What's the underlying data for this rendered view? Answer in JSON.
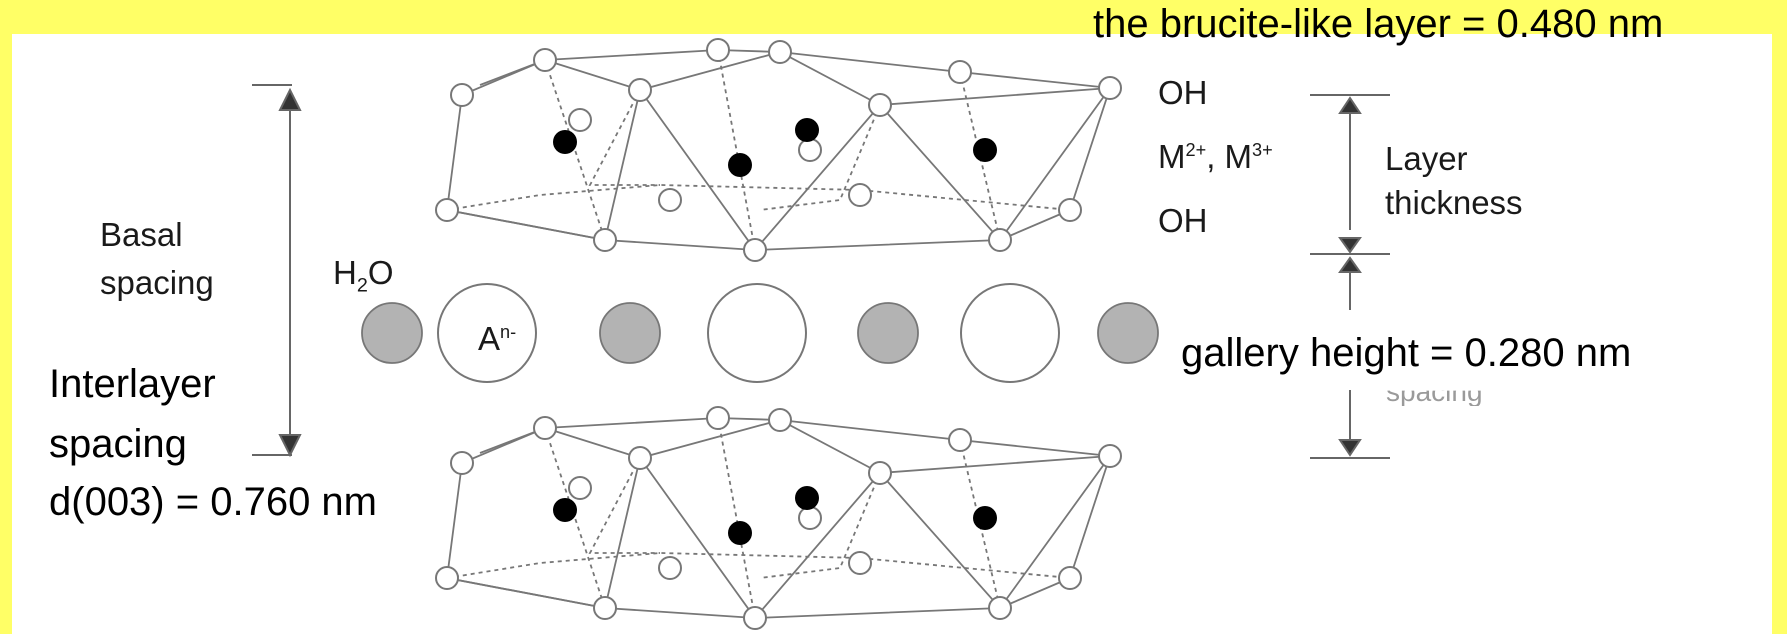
{
  "colors": {
    "page_background": "#ffff66",
    "panel_background": "#ffffff",
    "line_color": "#777777",
    "metal_atom": "#000000",
    "water_molecule": "#b3b3b3",
    "anion": "#ffffff"
  },
  "overlay": {
    "brucite_layer": "the brucite-like layer = 0.480 nm",
    "gallery_height": "gallery height = 0.280 nm",
    "interlayer_line1": "Interlayer",
    "interlayer_line2": "spacing",
    "interlayer_line3": "d(003) = 0.760 nm"
  },
  "labels": {
    "basal_line1": "Basal",
    "basal_line2": "spacing",
    "h2o_h": "H",
    "h2o_sub": "2",
    "h2o_o": "O",
    "anion_a": "A",
    "anion_sup": "n-",
    "oh_top": "OH",
    "metal_m1": "M",
    "metal_sup1": "2+",
    "metal_sep": ", ",
    "metal_m2": "M",
    "metal_sup2": "3+",
    "oh_bottom": "OH",
    "layer_line1": "Layer",
    "layer_line2": "thickness",
    "hidden_spacing": "spacing"
  },
  "layers": [
    "top-brucite-layer",
    "bottom-brucite-layer"
  ],
  "gallery_row": [
    "water",
    "anion",
    "water",
    "anion",
    "water",
    "anion",
    "water"
  ]
}
